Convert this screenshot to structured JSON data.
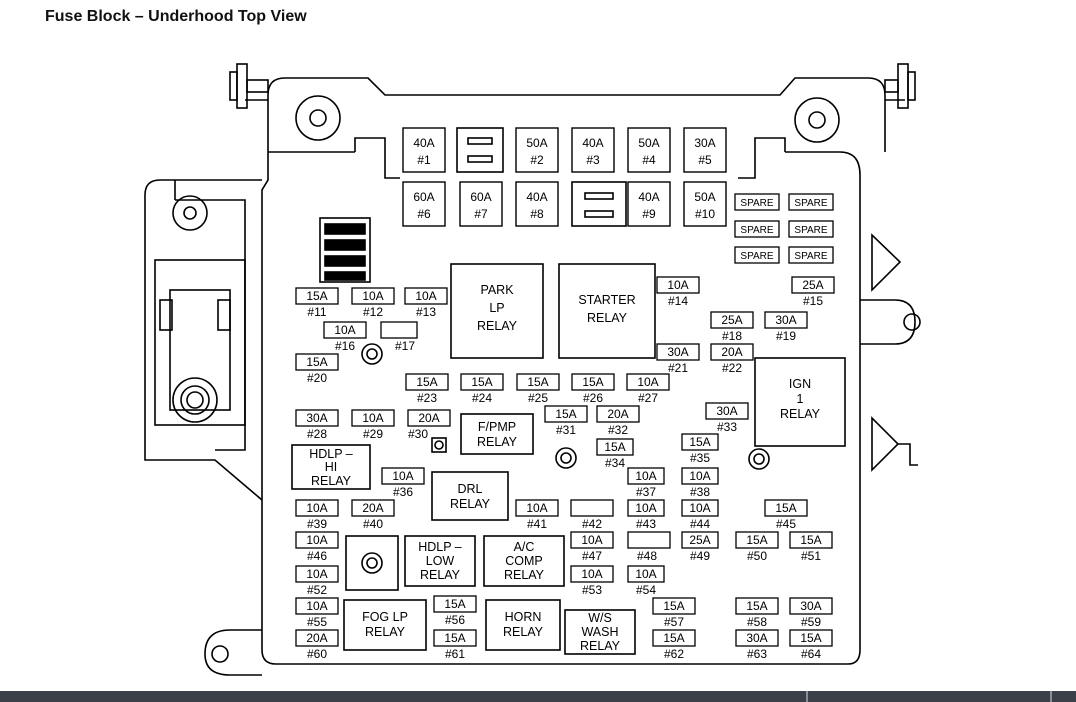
{
  "title": "Fuse Block – Underhood Top View",
  "fuses": {
    "f1": {
      "amp": "40A",
      "num": "#1"
    },
    "f2": {
      "amp": "50A",
      "num": "#2"
    },
    "f3": {
      "amp": "40A",
      "num": "#3"
    },
    "f4": {
      "amp": "50A",
      "num": "#4"
    },
    "f5": {
      "amp": "30A",
      "num": "#5"
    },
    "f6": {
      "amp": "60A",
      "num": "#6"
    },
    "f7": {
      "amp": "60A",
      "num": "#7"
    },
    "f8": {
      "amp": "40A",
      "num": "#8"
    },
    "f9": {
      "amp": "40A",
      "num": "#9"
    },
    "f10": {
      "amp": "50A",
      "num": "#10"
    },
    "f11": {
      "amp": "15A",
      "num": "#11"
    },
    "f12": {
      "amp": "10A",
      "num": "#12"
    },
    "f13": {
      "amp": "10A",
      "num": "#13"
    },
    "f14": {
      "amp": "10A",
      "num": "#14"
    },
    "f15": {
      "amp": "25A",
      "num": "#15"
    },
    "f16": {
      "amp": "10A",
      "num": "#16"
    },
    "f17": {
      "amp": "",
      "num": "#17"
    },
    "f18": {
      "amp": "25A",
      "num": "#18"
    },
    "f19": {
      "amp": "30A",
      "num": "#19"
    },
    "f20": {
      "amp": "15A",
      "num": "#20"
    },
    "f21": {
      "amp": "30A",
      "num": "#21"
    },
    "f22": {
      "amp": "20A",
      "num": "#22"
    },
    "f23": {
      "amp": "15A",
      "num": "#23"
    },
    "f24": {
      "amp": "15A",
      "num": "#24"
    },
    "f25": {
      "amp": "15A",
      "num": "#25"
    },
    "f26": {
      "amp": "15A",
      "num": "#26"
    },
    "f27": {
      "amp": "10A",
      "num": "#27"
    },
    "f28": {
      "amp": "30A",
      "num": "#28"
    },
    "f29": {
      "amp": "10A",
      "num": "#29"
    },
    "f30": {
      "amp": "20A",
      "num": "#30"
    },
    "f31": {
      "amp": "15A",
      "num": "#31"
    },
    "f32": {
      "amp": "20A",
      "num": "#32"
    },
    "f33": {
      "amp": "30A",
      "num": "#33"
    },
    "f34": {
      "amp": "15A",
      "num": "#34"
    },
    "f35": {
      "amp": "15A",
      "num": "#35"
    },
    "f36": {
      "amp": "10A",
      "num": "#36"
    },
    "f37": {
      "amp": "10A",
      "num": "#37"
    },
    "f38": {
      "amp": "10A",
      "num": "#38"
    },
    "f39": {
      "amp": "10A",
      "num": "#39"
    },
    "f40": {
      "amp": "20A",
      "num": "#40"
    },
    "f41": {
      "amp": "10A",
      "num": "#41"
    },
    "f42": {
      "amp": "",
      "num": "#42"
    },
    "f43": {
      "amp": "10A",
      "num": "#43"
    },
    "f44": {
      "amp": "10A",
      "num": "#44"
    },
    "f45": {
      "amp": "15A",
      "num": "#45"
    },
    "f46": {
      "amp": "10A",
      "num": "#46"
    },
    "f47": {
      "amp": "10A",
      "num": "#47"
    },
    "f48": {
      "amp": "",
      "num": "#48"
    },
    "f49": {
      "amp": "25A",
      "num": "#49"
    },
    "f50": {
      "amp": "15A",
      "num": "#50"
    },
    "f51": {
      "amp": "15A",
      "num": "#51"
    },
    "f52": {
      "amp": "10A",
      "num": "#52"
    },
    "f53": {
      "amp": "10A",
      "num": "#53"
    },
    "f54": {
      "amp": "10A",
      "num": "#54"
    },
    "f55": {
      "amp": "10A",
      "num": "#55"
    },
    "f56": {
      "amp": "15A",
      "num": "#56"
    },
    "f57": {
      "amp": "15A",
      "num": "#57"
    },
    "f58": {
      "amp": "15A",
      "num": "#58"
    },
    "f59": {
      "amp": "30A",
      "num": "#59"
    },
    "f60": {
      "amp": "20A",
      "num": "#60"
    },
    "f61": {
      "amp": "15A",
      "num": "#61"
    },
    "f62": {
      "amp": "15A",
      "num": "#62"
    },
    "f63": {
      "amp": "30A",
      "num": "#63"
    },
    "f64": {
      "amp": "15A",
      "num": "#64"
    }
  },
  "spares": [
    "SPARE",
    "SPARE",
    "SPARE",
    "SPARE",
    "SPARE",
    "SPARE"
  ],
  "relays": {
    "park_lp": [
      "PARK",
      "LP",
      "RELAY"
    ],
    "starter": [
      "STARTER",
      "RELAY"
    ],
    "ign1": [
      "IGN",
      "1",
      "RELAY"
    ],
    "fpmp": [
      "F/PMP",
      "RELAY"
    ],
    "hdlp_hi": [
      "HDLP –",
      "HI",
      "RELAY"
    ],
    "drl": [
      "DRL",
      "RELAY"
    ],
    "hdlp_low": [
      "HDLP –",
      "LOW",
      "RELAY"
    ],
    "ac_comp": [
      "A/C",
      "COMP",
      "RELAY"
    ],
    "fog_lp": [
      "FOG LP",
      "RELAY"
    ],
    "horn": [
      "HORN",
      "RELAY"
    ],
    "ws_wash": [
      "W/S",
      "WASH",
      "RELAY"
    ]
  }
}
